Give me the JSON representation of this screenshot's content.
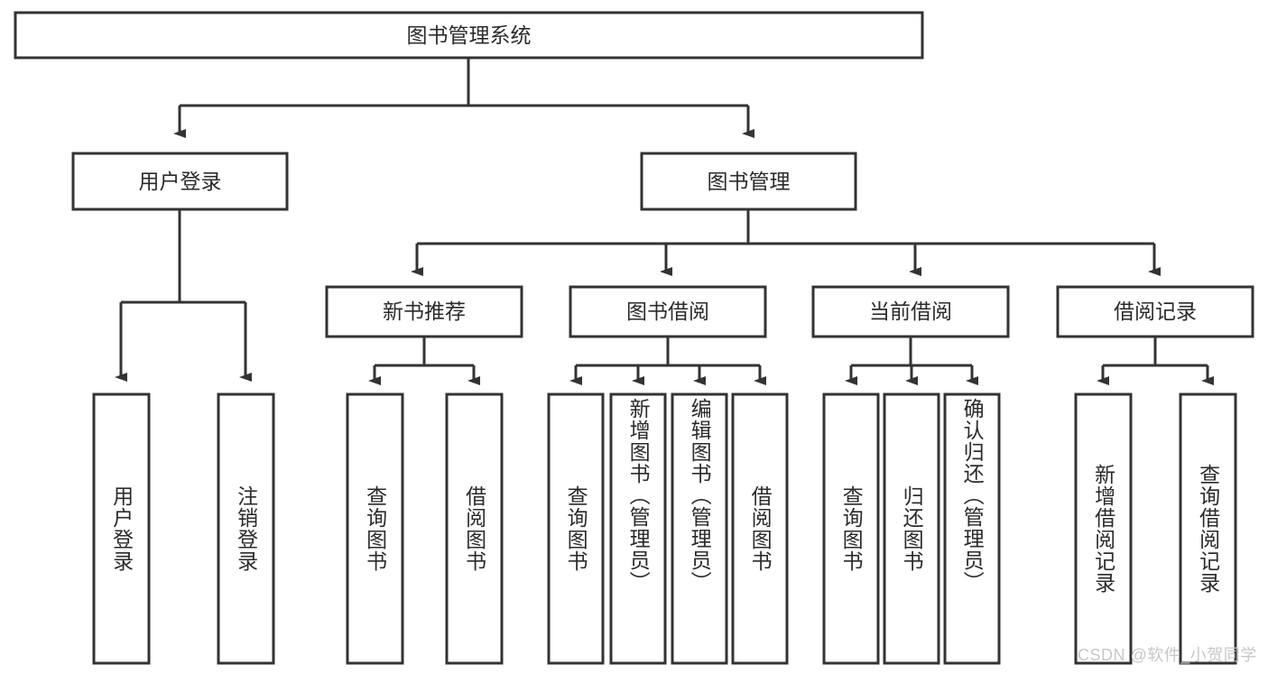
{
  "diagram": {
    "type": "tree-hierarchy-chart",
    "title_text": "图书管理系统",
    "stroke_color": "#333333",
    "fill_color": "#ffffff",
    "text_color": "#2b2b2b",
    "levels": {
      "root": {
        "label": "图书管理系统"
      },
      "level2": [
        {
          "label": "用户登录"
        },
        {
          "label": "图书管理"
        }
      ],
      "level3": [
        {
          "label": "新书推荐"
        },
        {
          "label": "图书借阅"
        },
        {
          "label": "当前借阅"
        },
        {
          "label": "借阅记录"
        }
      ],
      "leaves": {
        "user_login_children": [
          {
            "label": "用户登录"
          },
          {
            "label": "注销登录"
          }
        ],
        "new_book_children": [
          {
            "label": "查询图书"
          },
          {
            "label": "借阅图书"
          }
        ],
        "book_borrow_children": [
          {
            "label": "查询图书"
          },
          {
            "label": "新增图书（管理员）"
          },
          {
            "label": "编辑图书（管理员）"
          },
          {
            "label": "借阅图书"
          }
        ],
        "current_borrow_children": [
          {
            "label": "查询图书"
          },
          {
            "label": "归还图书"
          },
          {
            "label": "确认归还（管理员）"
          }
        ],
        "borrow_record_children": [
          {
            "label": "新增借阅记录"
          },
          {
            "label": "查询借阅记录"
          }
        ]
      }
    }
  },
  "watermark": {
    "text": "CSDN @软件_小贺同学"
  }
}
